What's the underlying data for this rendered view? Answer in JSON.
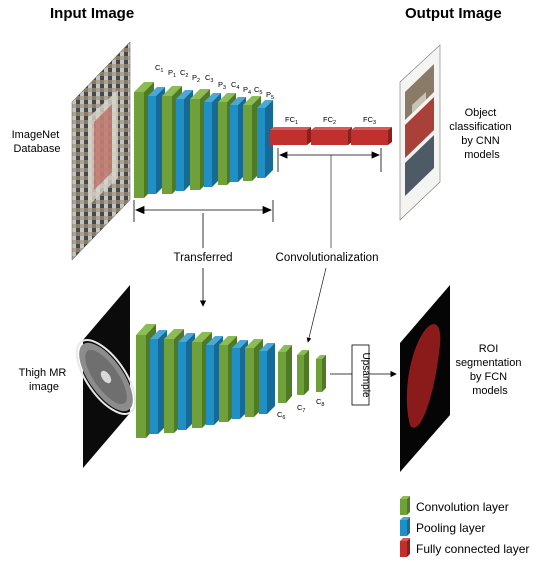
{
  "headers": {
    "input": "Input Image",
    "output": "Output Image"
  },
  "top_row": {
    "left_label_lines": [
      "ImageNet",
      "Database"
    ],
    "right_label_lines": [
      "Object",
      "classification",
      "by CNN",
      "models"
    ],
    "layer_labels": {
      "c1": [
        "C",
        "1"
      ],
      "p1": [
        "P",
        "1"
      ],
      "c2": [
        "C",
        "2"
      ],
      "p2": [
        "P",
        "2"
      ],
      "c3": [
        "C",
        "3"
      ],
      "p3": [
        "P",
        "3"
      ],
      "c4": [
        "C",
        "4"
      ],
      "p4": [
        "P",
        "4"
      ],
      "c5": [
        "C",
        "5"
      ],
      "p5": [
        "P",
        "5"
      ]
    },
    "fc_labels": {
      "fc1": [
        "FC",
        "1"
      ],
      "fc2": [
        "FC",
        "2"
      ],
      "fc3": [
        "FC",
        "3"
      ]
    }
  },
  "middle": {
    "transferred": "Transferred",
    "convolutionalization": "Convolutionalization"
  },
  "bottom_row": {
    "left_label_lines": [
      "Thigh MR",
      "image"
    ],
    "right_label_lines": [
      "ROI",
      "segmentation",
      "by FCN",
      "models"
    ],
    "layer_labels": {
      "c6": [
        "C",
        "6"
      ],
      "c7": [
        "C",
        "7"
      ],
      "c8": [
        "C",
        "8"
      ]
    },
    "upsample": "Upsample"
  },
  "legend": [
    {
      "label": "Convolution layer",
      "color": "#70a03a"
    },
    {
      "label": "Pooling layer",
      "color": "#1f8fc6"
    },
    {
      "label": "Fully connected layer",
      "color": "#c0302e"
    }
  ],
  "colors": {
    "conv": "#70a03a",
    "conv_dark": "#4d7a22",
    "pool": "#1f8fc6",
    "pool_dark": "#156a96",
    "fc": "#c0302e",
    "fc_dark": "#8e1e1c",
    "roi": "#8b1a1a"
  }
}
